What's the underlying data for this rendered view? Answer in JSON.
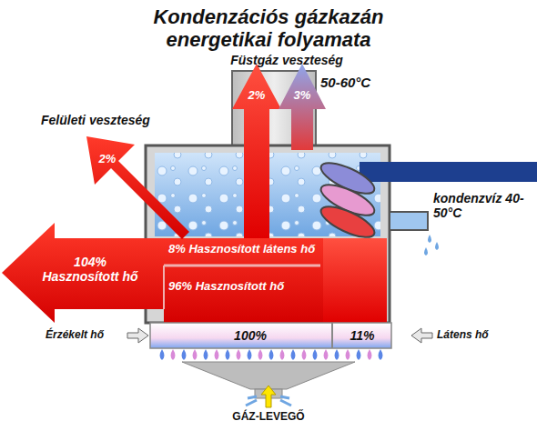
{
  "diagram": {
    "title": "Kondenzációs gázkazán energetikai folyamata",
    "labels": [
      "Füstgáz veszteség",
      "Felületi veszteség",
      "2%",
      "2%",
      "3%",
      "50-60°C",
      "kondenzvíz 40-50°C",
      "104% Hasznosított hő",
      "8% Hasznosított látens hő",
      "96% Hasznosított hő",
      "Érzékelt hő",
      "100%",
      "11%",
      "Látens hő",
      "GÁZ-LEVEGŐ"
    ]
  }
}
